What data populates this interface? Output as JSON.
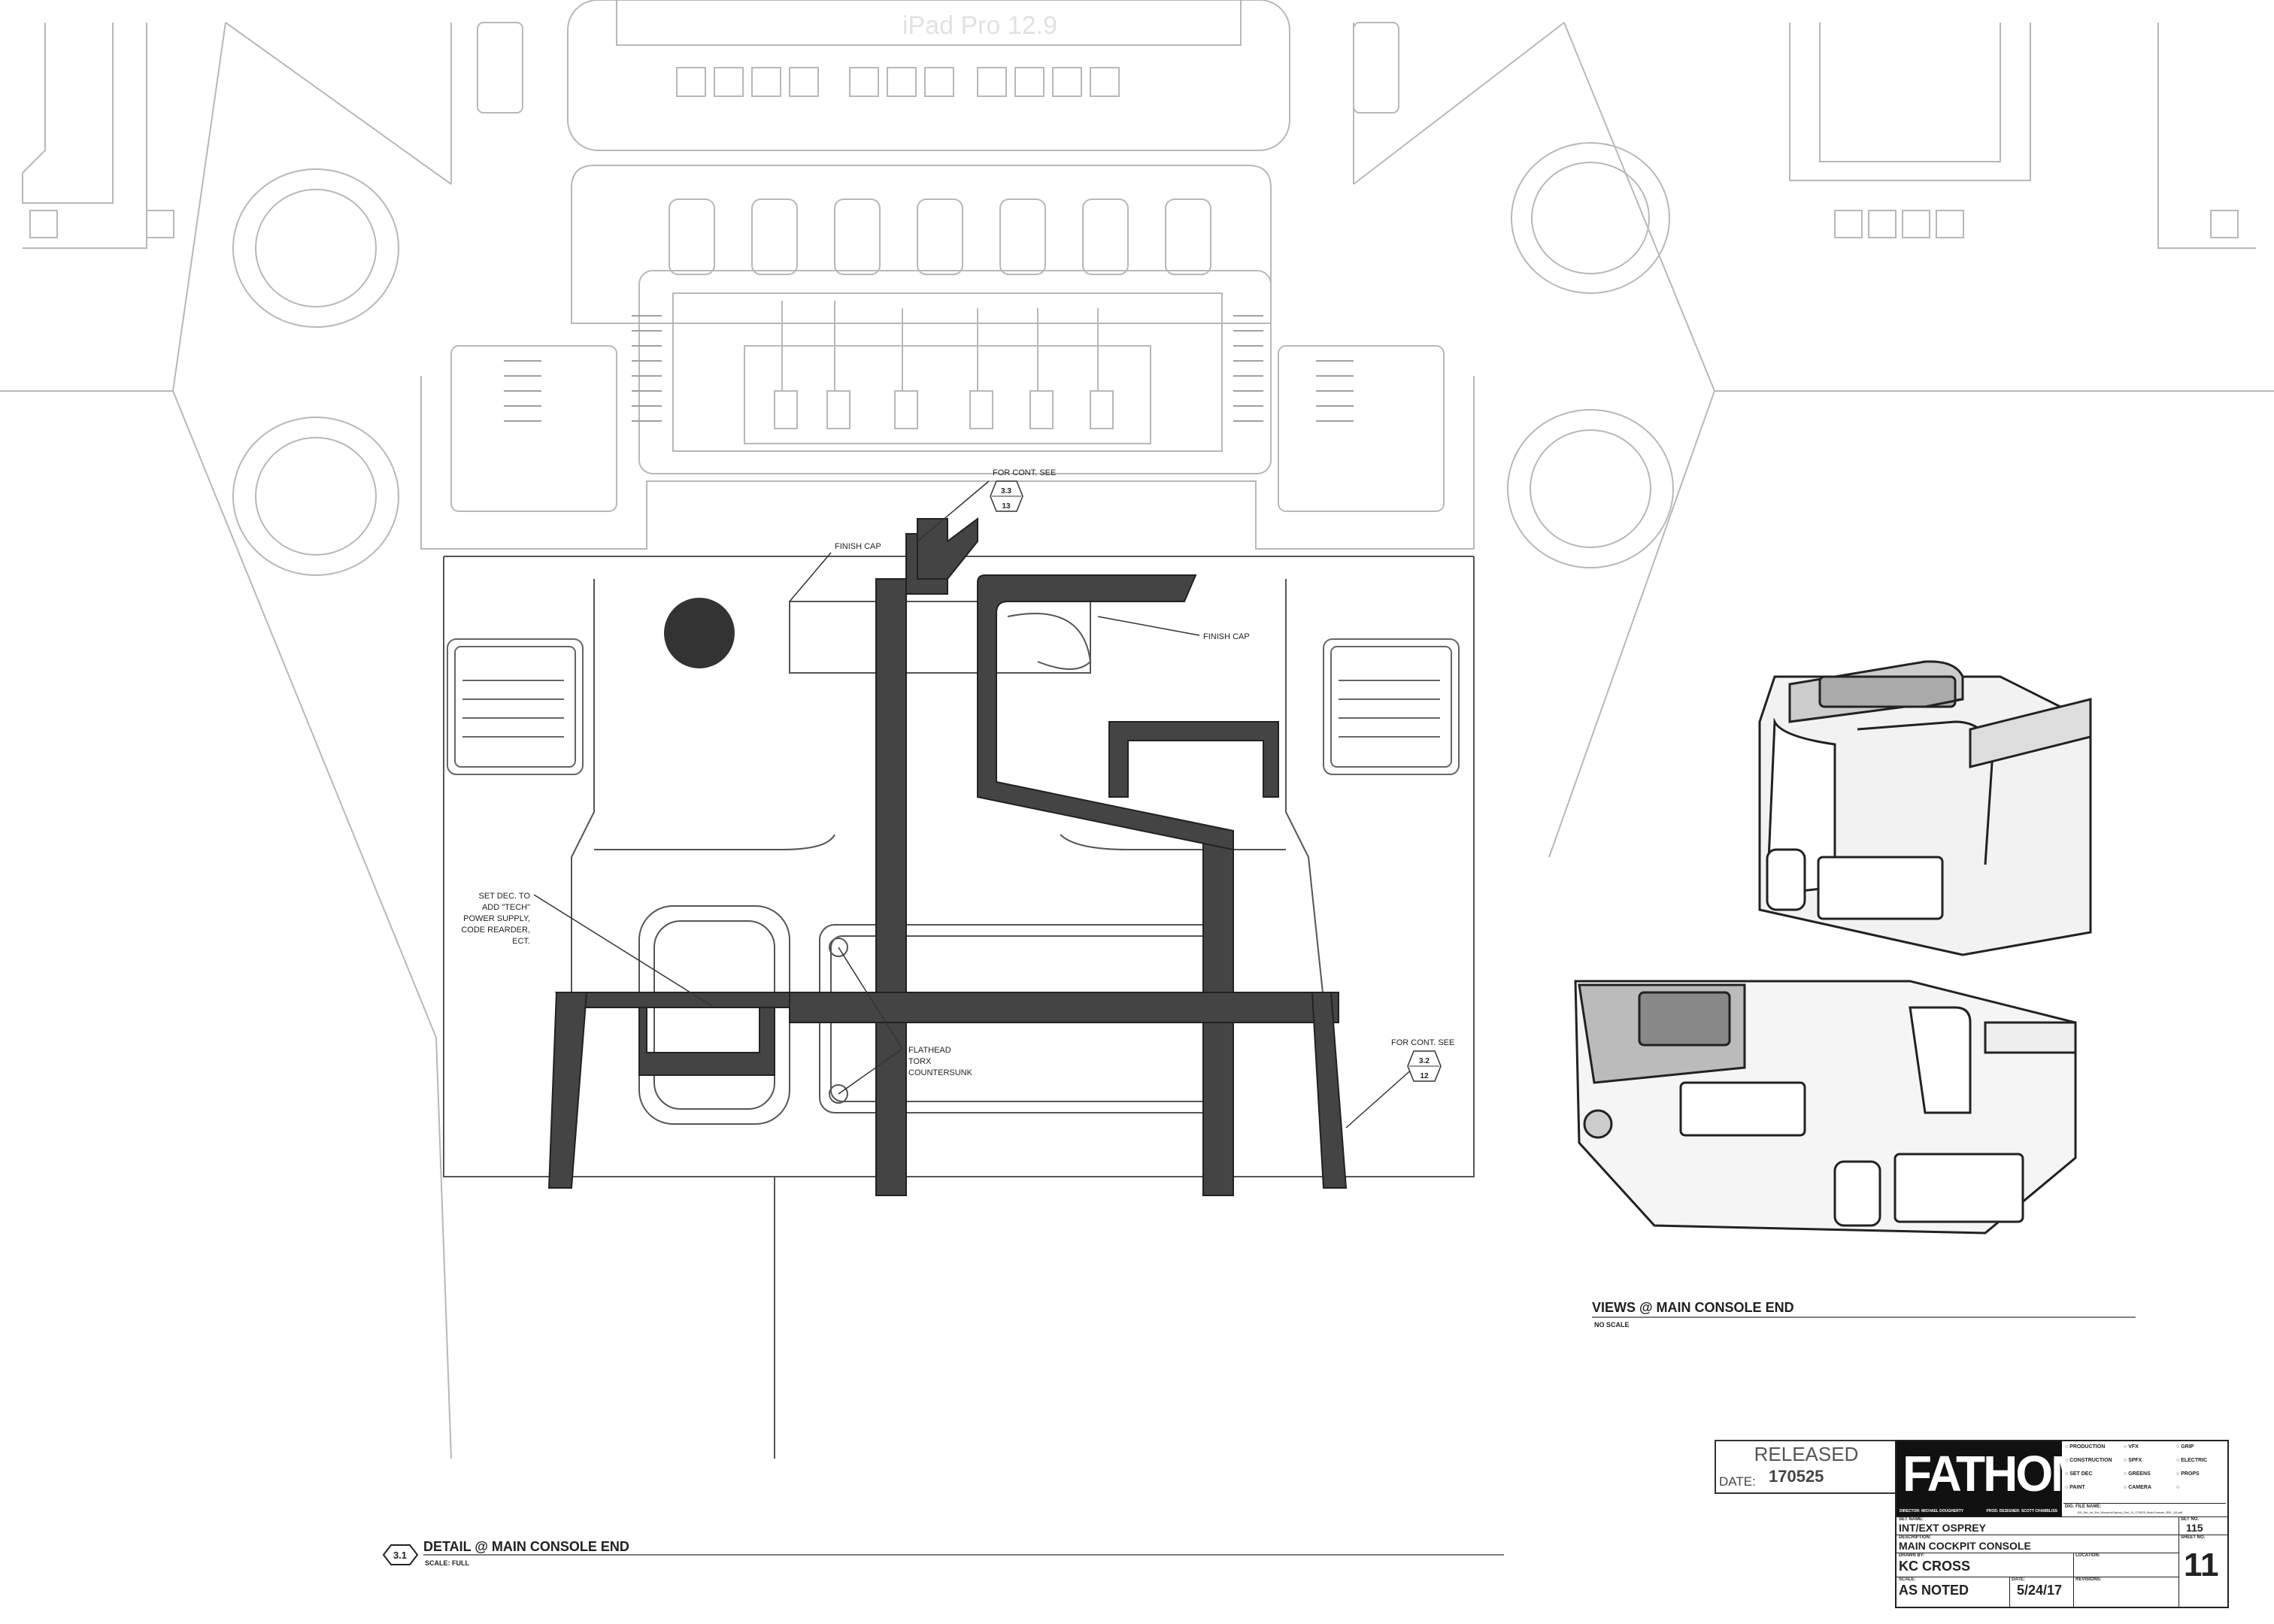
{
  "background_device_label": "iPad Pro 12.9",
  "annotations": {
    "for_cont_top": "FOR CONT. SEE",
    "for_cont_top_ref": {
      "num": "3.3",
      "sheet": "13"
    },
    "finish_cap_left": "FINISH CAP",
    "finish_cap_right": "FINISH CAP",
    "set_dec_lines": [
      "SET DEC. TO",
      "ADD \"TECH\"",
      "POWER SUPPLY,",
      "CODE REARDER,",
      "ECT."
    ],
    "flathead_lines": [
      "FLATHEAD",
      "TORX",
      "COUNTERSUNK"
    ],
    "for_cont_right": "FOR CONT. SEE",
    "for_cont_right_ref": {
      "num": "3.2",
      "sheet": "12"
    }
  },
  "detail_title": {
    "number": "3.1",
    "title": "DETAIL @ MAIN CONSOLE END",
    "scale": "SCALE: FULL"
  },
  "views_title": {
    "title": "VIEWS @ MAIN CONSOLE END",
    "scale": "NO SCALE"
  },
  "release_stamp": {
    "status": "RELEASED",
    "date_label": "DATE:",
    "date_value": "170525"
  },
  "title_block": {
    "logo": "FATHOM",
    "director": "DIRECTOR: MICHAEL DOUGHERTY",
    "designer": "PROD. DESIGNER: SCOTT CHAMBLISS",
    "departments": [
      "PRODUCTION",
      "CONSTRUCTION",
      "SET DEC",
      "PAINT",
      "VFX",
      "SPFX",
      "GREENS",
      "CAMERA",
      "GRIP",
      "ELECTRIC",
      "PROPS",
      ""
    ],
    "dig_file_name_label": "DIG. FILE NAME:",
    "dig_file_name": "115_Set_Int_Ext_MonarchOsprey_Dwl_11_170525_MainConsole_REL_A3.pdf",
    "set_name_label": "SET NAME:",
    "set_name": "INT/EXT OSPREY",
    "set_no_label": "SET NO.",
    "set_no": "115",
    "description_label": "DESCRIPTION:",
    "description": "MAIN COCKPIT CONSOLE",
    "sheet_no_label": "SHEET NO.",
    "sheet_no": "11",
    "drawn_by_label": "DRAWN BY:",
    "drawn_by": "KC CROSS",
    "location_label": "LOCATION:",
    "scale_label": "SCALE:",
    "scale": "AS NOTED",
    "date_label": "DATE:",
    "date": "5/24/17",
    "revisions_label": "REVISIONS:"
  }
}
